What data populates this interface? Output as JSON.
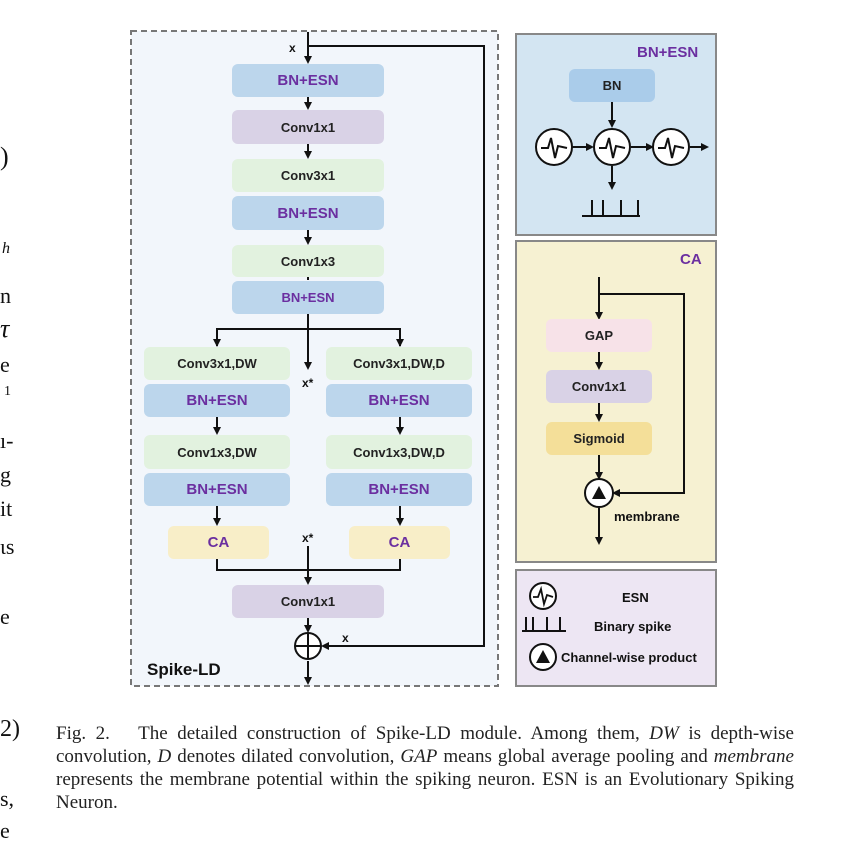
{
  "main": {
    "title": "Spike-LD",
    "x_top": "x",
    "x_res": "x",
    "x_star_1": "x*",
    "x_star_2": "x*",
    "blocks": {
      "bn1": "BN+ESN",
      "conv1x1_a": "Conv1x1",
      "conv3x1": "Conv3x1",
      "bn2": "BN+ESN",
      "conv1x3": "Conv1x3",
      "bn3": "BN+ESN",
      "left_conv3x1": "Conv3x1,DW",
      "left_bn1": "BN+ESN",
      "left_conv1x3": "Conv1x3,DW",
      "left_bn2": "BN+ESN",
      "left_ca": "CA",
      "right_conv3x1": "Conv3x1,DW,D",
      "right_bn1": "BN+ESN",
      "right_conv1x3": "Conv1x3,DW,D",
      "right_bn2": "BN+ESN",
      "right_ca": "CA",
      "conv1x1_b": "Conv1x1"
    }
  },
  "bn_panel": {
    "title": "BN+ESN",
    "bn": "BN"
  },
  "ca_panel": {
    "title": "CA",
    "gap": "GAP",
    "conv": "Conv1x1",
    "sigmoid": "Sigmoid",
    "membrane": "membrane"
  },
  "legend": {
    "esn": "ESN",
    "binary_spike": "Binary spike",
    "channel_product": "Channel-wise product"
  },
  "margin_text": [
    ")",
    "h",
    "n",
    "τ",
    "e",
    "1",
    "ı-",
    "g",
    "it",
    "ιs",
    "e",
    "2)",
    "s,",
    "e"
  ],
  "caption": {
    "fig": "Fig. 2.",
    "part1": "The detailed construction of Spike-LD module. Among them, ",
    "dw": "DW",
    "part2": " is depth-wise convolution, ",
    "d": "D",
    "part3": " denotes dilated convolution, ",
    "gap": "GAP",
    "part4": " means global average pooling and ",
    "membrane": "membrane",
    "part5": " represents the membrane potential within the spiking neuron. ESN is an Evolutionary Spiking Neuron."
  },
  "colors": {
    "bn_block": "#bcd6ec",
    "conv1x1": "#d9d2e6",
    "conv_small": "#e2f2df",
    "ca": "#f8eec8",
    "purple_text": "#6b2fa0",
    "bn_panel_bg": "#d3e5f2",
    "ca_panel_bg": "#f6f1d2",
    "legend_bg": "#ede6f3"
  }
}
